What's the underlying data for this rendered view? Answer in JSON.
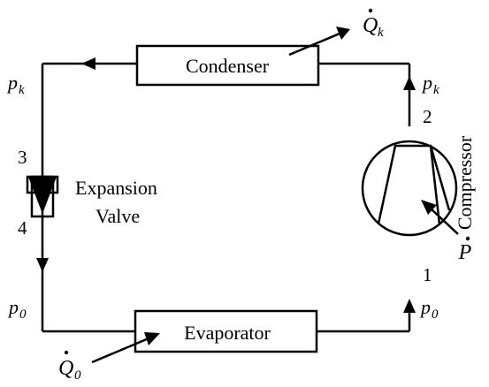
{
  "components": {
    "condenser": "Condenser",
    "evaporator": "Evaporator",
    "expansion_valve_line1": "Expansion",
    "expansion_valve_line2": "Valve",
    "compressor": "Compressor"
  },
  "states": {
    "s1": "1",
    "s2": "2",
    "s3": "3",
    "s4": "4"
  },
  "pressures": {
    "symbol": "p",
    "high_sub": "k",
    "low_sub": "0"
  },
  "heat_flows": {
    "symbol": "Q",
    "condenser_sub": "k",
    "evaporator_sub": "0"
  },
  "power": {
    "symbol": "P"
  }
}
